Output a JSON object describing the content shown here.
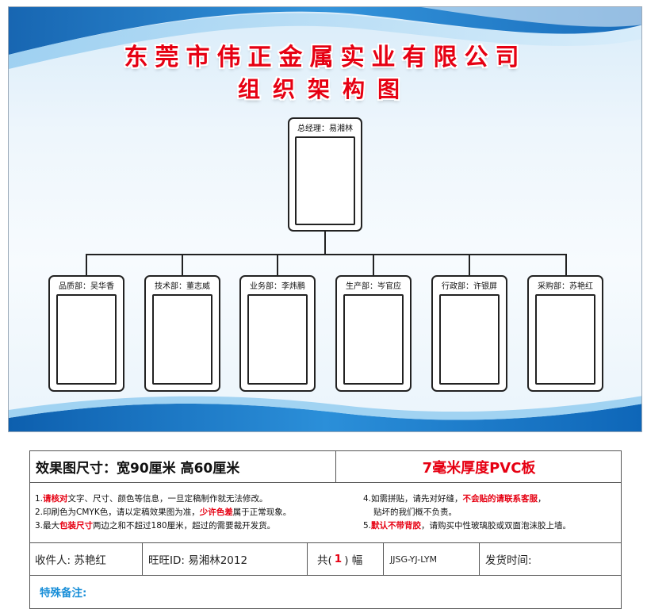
{
  "board": {
    "company": "东莞市伟正金属实业有限公司",
    "chart_title": "组织架构图",
    "top": {
      "label": "总经理：易湘林"
    },
    "departments": [
      {
        "label": "品质部：吴华香"
      },
      {
        "label": "技术部：董志威"
      },
      {
        "label": "业务部：李炜鹏"
      },
      {
        "label": "生产部：岑官应"
      },
      {
        "label": "行政部：许银屏"
      },
      {
        "label": "采购部：苏艳红"
      }
    ],
    "colors": {
      "title": "#e60012",
      "wave": "#1b74c4",
      "wave_light": "#bfe0f6"
    }
  },
  "info": {
    "size_label": "效果图尺寸：宽90厘米  高60厘米",
    "material": "7毫米厚度PVC板",
    "notes_left": [
      {
        "num": "1.",
        "red": "请核对",
        "rest": "文字、尺寸、颜色等信息，一旦定稿制作就无法修改。"
      },
      {
        "num": "2.",
        "pre": "印刷色为CMYK色，请以定稿效果图为准，",
        "red": "少许色差",
        "rest": "属于正常现象。"
      },
      {
        "num": "3.",
        "pre": "最大",
        "red": "包装尺寸",
        "rest": "两边之和不超过180厘米，超过的需要裁开发货。"
      }
    ],
    "notes_right": [
      {
        "num": "4.",
        "pre": "如需拼贴，请先对好缝，",
        "red": "不会贴的请联系客服",
        "rest": "，"
      },
      {
        "line2": "贴坏的我们概不负责。"
      },
      {
        "num": "5.",
        "red": "默认不带背胶",
        "rest": "，请购买中性玻璃胶或双面泡沫胶上墙。"
      }
    ],
    "recipient": "收件人: 苏艳红",
    "wangwang": "旺旺ID: 易湘林2012",
    "count_pre": "共(",
    "count_num": "1",
    "count_post": ") 幅",
    "code": "JJSG-YJ-LYM",
    "ship_time": "发货时间:",
    "special_note": "特殊备注:"
  }
}
